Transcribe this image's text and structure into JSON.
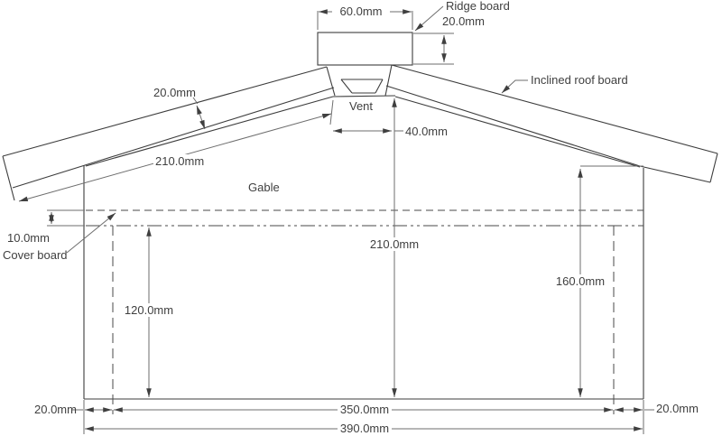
{
  "drawing": {
    "type": "technical-drawing",
    "subject": "Gable roof cross-section with dimensions",
    "background": "#ffffff",
    "object_line_color": "#3d3d3d",
    "dimension_line_color": "#6e6e6e",
    "text_color": "#3f3f3f",
    "labels": {
      "ridge_board": "Ridge board",
      "inclined_roof_board": "Inclined roof board",
      "vent": "Vent",
      "gable": "Gable",
      "cover_board": "Cover board"
    },
    "dimensions": {
      "ridge_width": "60.0mm",
      "ridge_thickness": "20.0mm",
      "roof_board_thickness": "20.0mm",
      "roof_board_length": "210.0mm",
      "vent_opening_width": "40.0mm",
      "cover_board_offset": "10.0mm",
      "left_inner_height": "120.0mm",
      "center_height": "210.0mm",
      "right_inner_height": "160.0mm",
      "left_wall_thickness": "20.0mm",
      "inner_width": "350.0mm",
      "right_wall_thickness": "20.0mm",
      "overall_width": "390.0mm"
    }
  }
}
